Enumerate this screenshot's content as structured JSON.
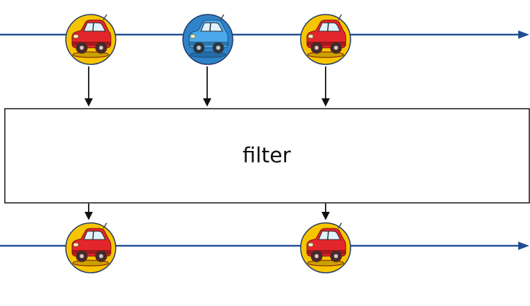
{
  "operator": {
    "label": "filter"
  },
  "colors": {
    "timeline": "#1f4e91",
    "arrow": "#111111",
    "box_border": "#111111",
    "box_fill": "#ffffff",
    "marble_red_bg": "#f7c500",
    "marble_blue_bg": "#2f83c9",
    "car_red": "#e3262b",
    "car_blue": "#4aa8ea"
  },
  "input_stream": {
    "items": [
      {
        "icon": "red-car-icon",
        "color": "red"
      },
      {
        "icon": "blue-car-icon",
        "color": "blue"
      },
      {
        "icon": "red-car-icon",
        "color": "red"
      }
    ]
  },
  "output_stream": {
    "items": [
      {
        "icon": "red-car-icon",
        "color": "red"
      },
      {
        "icon": "red-car-icon",
        "color": "red"
      }
    ]
  }
}
